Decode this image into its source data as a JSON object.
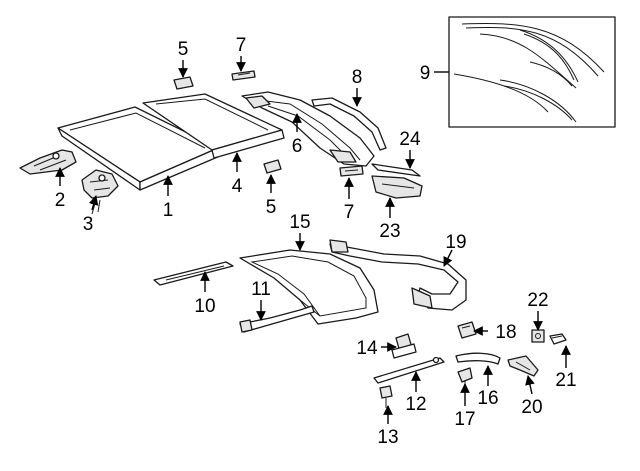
{
  "callouts": [
    {
      "id": "c1",
      "text": "1"
    },
    {
      "id": "c2",
      "text": "2"
    },
    {
      "id": "c3",
      "text": "3"
    },
    {
      "id": "c4",
      "text": "4"
    },
    {
      "id": "c5a",
      "text": "5"
    },
    {
      "id": "c5b",
      "text": "5"
    },
    {
      "id": "c6",
      "text": "6"
    },
    {
      "id": "c7a",
      "text": "7"
    },
    {
      "id": "c7b",
      "text": "7"
    },
    {
      "id": "c8",
      "text": "8"
    },
    {
      "id": "c9",
      "text": "9"
    },
    {
      "id": "c10",
      "text": "10"
    },
    {
      "id": "c11",
      "text": "11"
    },
    {
      "id": "c12",
      "text": "12"
    },
    {
      "id": "c13",
      "text": "13"
    },
    {
      "id": "c14",
      "text": "14"
    },
    {
      "id": "c15",
      "text": "15"
    },
    {
      "id": "c16",
      "text": "16"
    },
    {
      "id": "c17",
      "text": "17"
    },
    {
      "id": "c18",
      "text": "18"
    },
    {
      "id": "c19",
      "text": "19"
    },
    {
      "id": "c20",
      "text": "20"
    },
    {
      "id": "c21",
      "text": "21"
    },
    {
      "id": "c22",
      "text": "22"
    },
    {
      "id": "c23",
      "text": "23"
    },
    {
      "id": "c24",
      "text": "24"
    }
  ],
  "colors": {
    "line": "#1a1a1a",
    "background": "#ffffff",
    "shade": "#e6e6e6"
  }
}
